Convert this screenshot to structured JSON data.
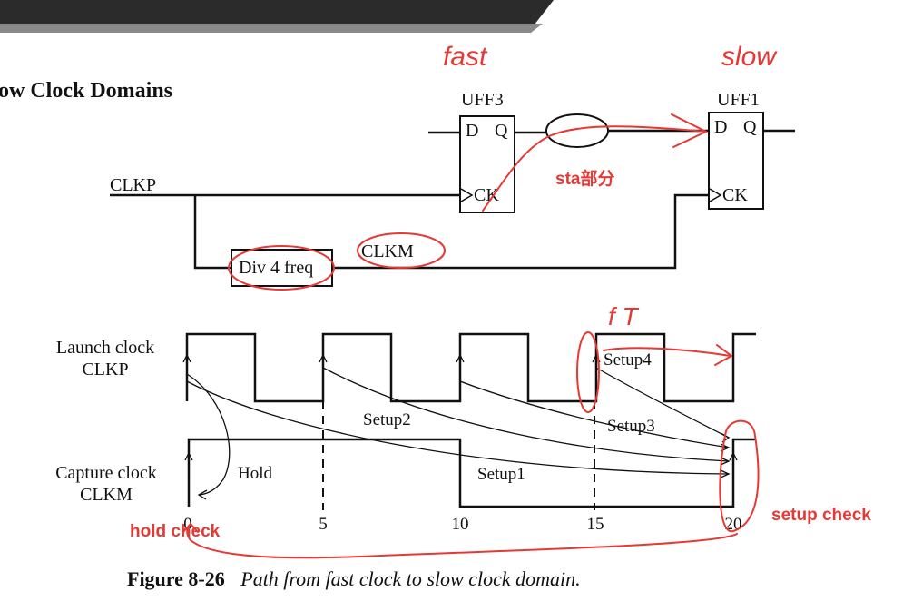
{
  "header": {
    "section_title": "ow Clock Domains"
  },
  "circuit": {
    "uff3": {
      "name": "UFF3",
      "d": "D",
      "q": "Q",
      "ck": "CK"
    },
    "uff1": {
      "name": "UFF1",
      "d": "D",
      "q": "Q",
      "ck": "CK"
    },
    "clkp_label": "CLKP",
    "divider": "Div 4 freq",
    "clkm_label": "CLKM"
  },
  "timing": {
    "launch_label": [
      "Launch clock",
      "CLKP"
    ],
    "capture_label": [
      "Capture clock",
      "CLKM"
    ],
    "arcs": {
      "hold": "Hold",
      "setup1": "Setup1",
      "setup2": "Setup2",
      "setup3": "Setup3",
      "setup4": "Setup4"
    },
    "ticks": [
      "0",
      "5",
      "10",
      "15",
      "20"
    ]
  },
  "annotations": {
    "fast": "fast",
    "slow": "slow",
    "sta_part": "sta部分",
    "setup_check": "setup check",
    "hold_check": "hold check",
    "f_t": "f T",
    "color": "#e53935"
  },
  "caption": {
    "label": "Figure 8-26",
    "text": "Path from fast clock to slow clock domain."
  }
}
